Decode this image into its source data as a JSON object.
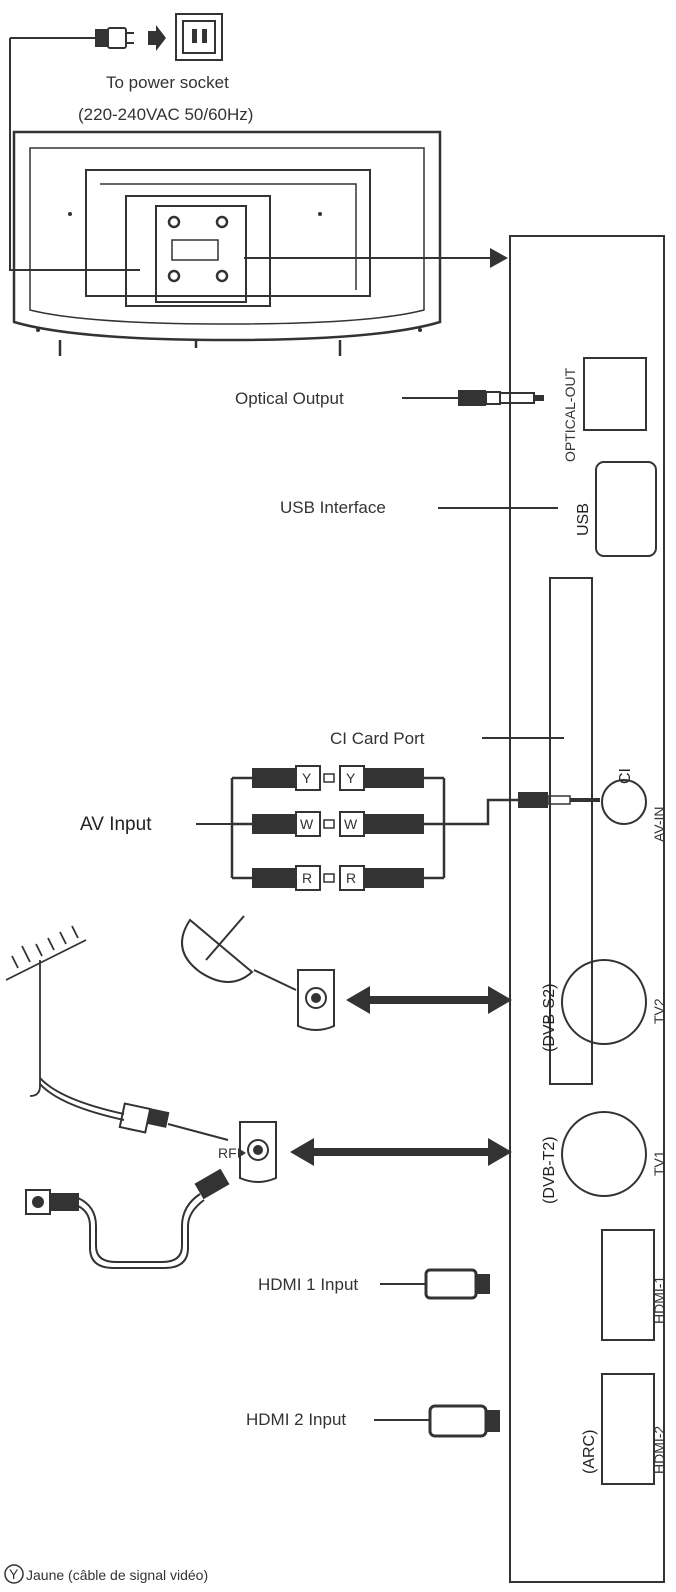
{
  "power": {
    "line1": "To power socket",
    "line2": "(220-240VAC 50/60Hz)"
  },
  "callouts": {
    "optical": "Optical Output",
    "usb": "USB Interface",
    "ci": "CI Card Port",
    "av": "AV Input",
    "hdmi1": "HDMI 1 Input",
    "hdmi2": "HDMI 2 Input",
    "rf": "RF"
  },
  "ports": {
    "optical": "OPTICAL-OUT",
    "usb": "USB",
    "ci": "CI",
    "av_in": "AV-IN",
    "dvbs2": "(DVB-S2)",
    "tv2": "TV2",
    "dvbt2": "(DVB-T2)",
    "tv1": "TV1",
    "hdmi1": "HDMI-1",
    "arc": "(ARC)",
    "hdmi2": "HDMI-2"
  },
  "rca": {
    "y": "Y",
    "w": "W",
    "r": "R"
  },
  "legend": {
    "symbol": "Y",
    "text": "Jaune (câble de signal vidéo)"
  }
}
